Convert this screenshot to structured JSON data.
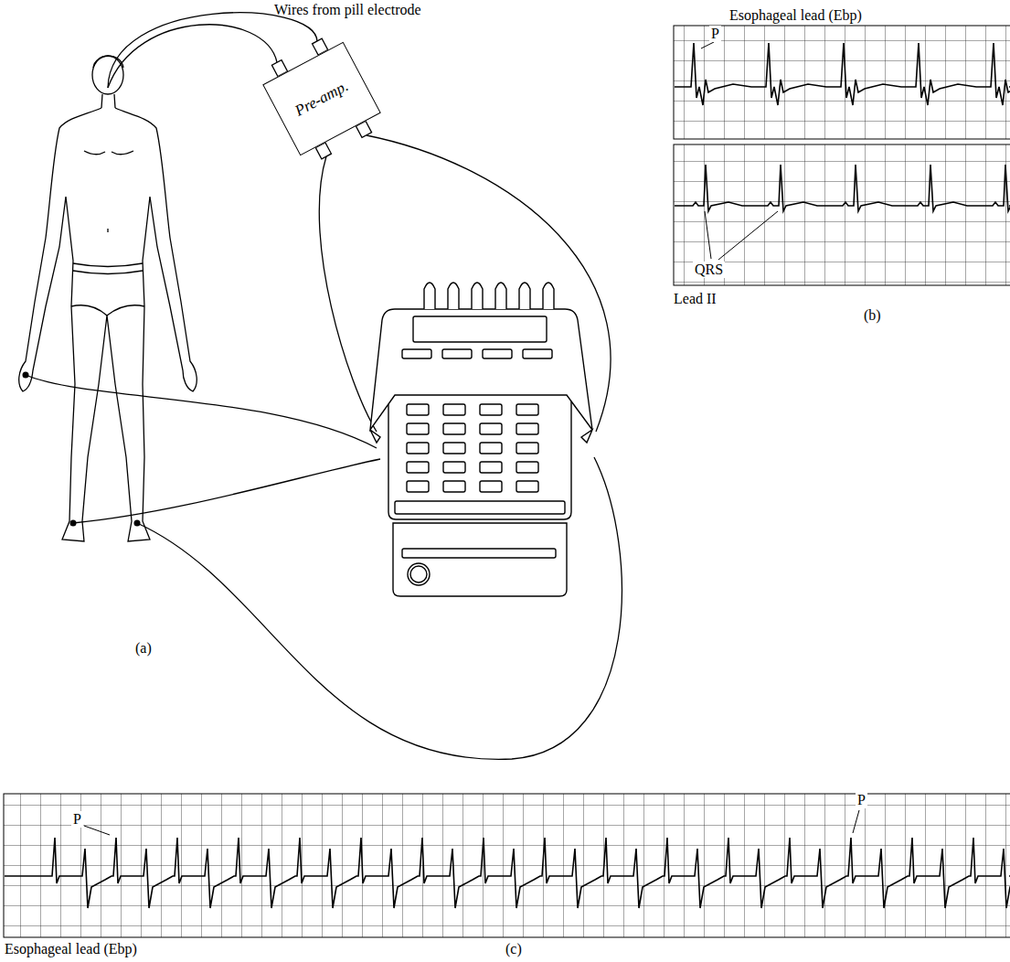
{
  "diagram": {
    "nodes": [
      {
        "text": [
          "Pre-amp."
        ]
      }
    ],
    "labels": [
      "Wires from pill electrode",
      "Esophageal lead (Ebp)",
      "P",
      "QRS",
      "Lead II",
      "(b)",
      "(a)",
      "P",
      "P",
      "Esophageal lead (Ebp)",
      "(c)"
    ]
  }
}
